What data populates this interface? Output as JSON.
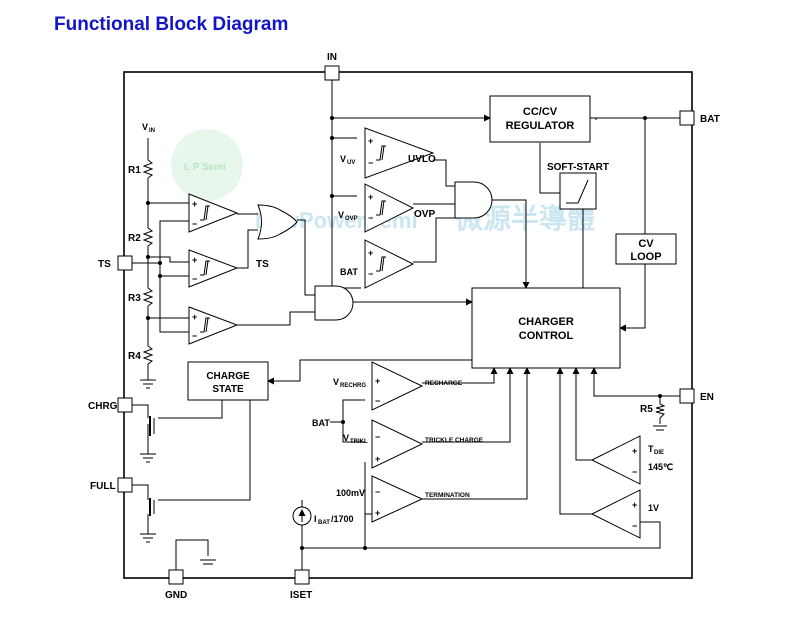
{
  "title": "Functional Block Diagram",
  "pins": {
    "in": "IN",
    "bat": "BAT",
    "ts": "TS",
    "chrg": "CHRG",
    "full": "FULL",
    "en": "EN",
    "gnd": "GND",
    "iset": "ISET"
  },
  "blocks": {
    "regulator_line1": "CC/CV",
    "regulator_line2": "REGULATOR",
    "soft_start": "SOFT-START",
    "cv_loop_line1": "CV",
    "cv_loop_line2": "LOOP",
    "charger_control_line1": "CHARGER",
    "charger_control_line2": "CONTROL",
    "charge_state_line1": "CHARGE",
    "charge_state_line2": "STATE"
  },
  "labels": {
    "vin": "V",
    "vin_sub": "IN",
    "r1": "R1",
    "r2": "R2",
    "r3": "R3",
    "r4": "R4",
    "r5": "R5",
    "ts_gate": "TS",
    "uvlo": "UVLO",
    "ovp": "OVP",
    "vuv": "V",
    "vuv_sub": "UV",
    "vovp": "V",
    "vovp_sub": "OVP",
    "bat_in": "BAT",
    "vrechrg": "V",
    "vrechrg_sub": "RECHRG",
    "recharge": "RECHARGE",
    "bat_node": "BAT",
    "vtrikl": "V",
    "vtrikl_sub": "TRIKL",
    "trickle_charge": "TRICKLE CHARGE",
    "v100mv": "100mV",
    "termination": "TERMINATION",
    "ibat": "I",
    "ibat_sub": "BAT",
    "ibat_rest": "/1700",
    "tdie": "T",
    "tdie_sub": "DIE",
    "temp": "145℃",
    "v1v": "1V",
    "plus": "+",
    "minus": "−"
  },
  "watermark": {
    "logo": "L P Semi",
    "brand": "LowPowerSemi",
    "chinese": "微源半導體"
  }
}
